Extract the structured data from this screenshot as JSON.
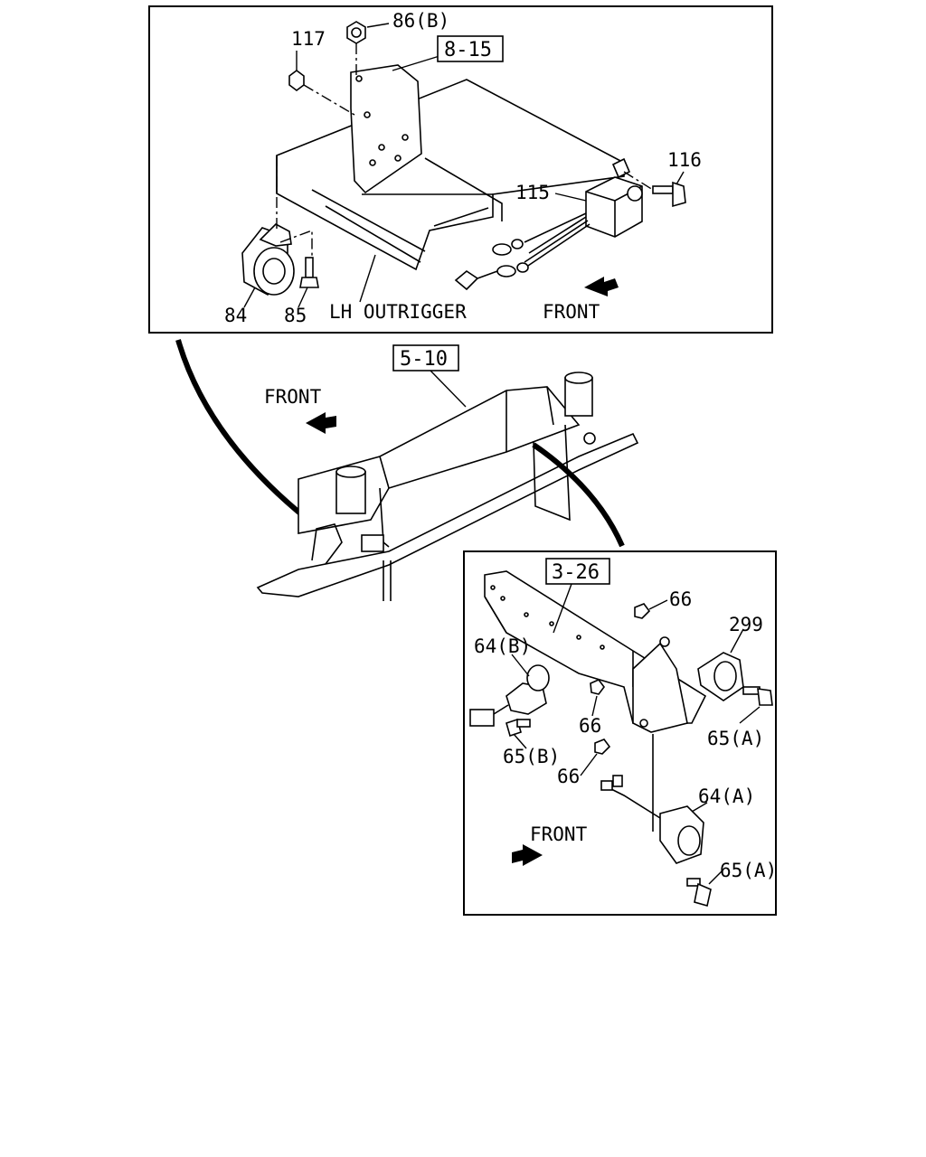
{
  "panels": {
    "top": {
      "ref_box": "8-15",
      "labels": {
        "p86b": "86(B)",
        "p117": "117",
        "p116": "116",
        "p115": "115",
        "p84": "84",
        "p85": "85",
        "outrigger": "LH OUTRIGGER",
        "front": "FRONT"
      }
    },
    "middle": {
      "ref_box": "5-10",
      "front": "FRONT"
    },
    "bottom": {
      "ref_box": "3-26",
      "labels": {
        "p66a": "66",
        "p299": "299",
        "p64b": "64(B)",
        "p66b": "66",
        "p65a1": "65(A)",
        "p65b": "65(B)",
        "p66c": "66",
        "p64a": "64(A)",
        "p65a2": "65(A)",
        "front": "FRONT"
      }
    }
  }
}
